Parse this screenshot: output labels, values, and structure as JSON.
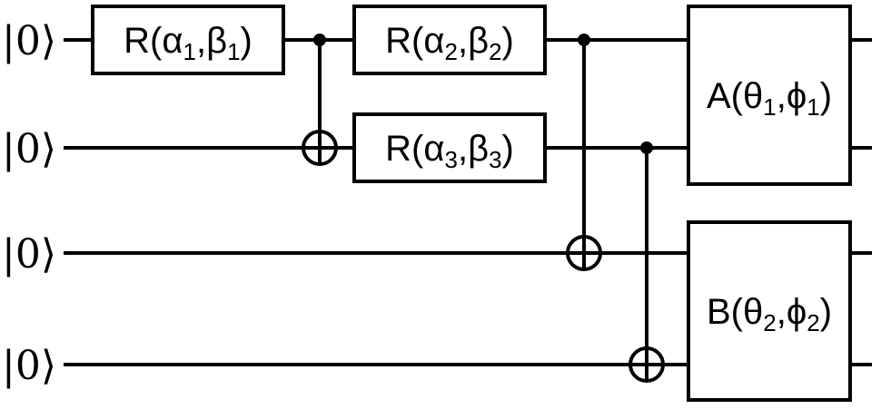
{
  "qubits": [
    {
      "label": "|0⟩"
    },
    {
      "label": "|0⟩"
    },
    {
      "label": "|0⟩"
    },
    {
      "label": "|0⟩"
    }
  ],
  "gates": [
    {
      "kind": "single",
      "name": "R",
      "qubit": 0,
      "params": [
        {
          "sym": "α",
          "sub": "1"
        },
        {
          "sym": "β",
          "sub": "1"
        }
      ]
    },
    {
      "kind": "cnot",
      "control": 0,
      "target": 1
    },
    {
      "kind": "single",
      "name": "R",
      "qubit": 0,
      "params": [
        {
          "sym": "α",
          "sub": "2"
        },
        {
          "sym": "β",
          "sub": "2"
        }
      ]
    },
    {
      "kind": "single",
      "name": "R",
      "qubit": 1,
      "params": [
        {
          "sym": "α",
          "sub": "3"
        },
        {
          "sym": "β",
          "sub": "3"
        }
      ]
    },
    {
      "kind": "cnot",
      "control": 0,
      "target": 2
    },
    {
      "kind": "cnot",
      "control": 1,
      "target": 3
    },
    {
      "kind": "multi",
      "name": "A",
      "qubits": [
        0,
        1
      ],
      "params": [
        {
          "sym": "θ",
          "sub": "1"
        },
        {
          "sym": "ϕ",
          "sub": "1"
        }
      ]
    },
    {
      "kind": "multi",
      "name": "B",
      "qubits": [
        2,
        3
      ],
      "params": [
        {
          "sym": "θ",
          "sub": "2"
        },
        {
          "sym": "ϕ",
          "sub": "2"
        }
      ]
    }
  ]
}
